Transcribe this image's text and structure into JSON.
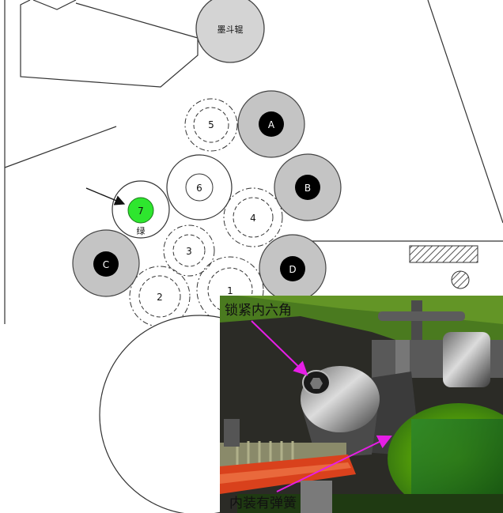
{
  "diagram": {
    "ink_roller_label": "墨斗辊",
    "rollers": {
      "r1": "1",
      "r2": "2",
      "r3": "3",
      "r4": "4",
      "r5": "5",
      "r6": "6",
      "r7": "7",
      "r7_caption": "绿",
      "rA": "A",
      "rB": "B",
      "rC": "C",
      "rD": "D"
    },
    "colors": {
      "gray_roller": "#c4c4c4",
      "black_hub": "#000000",
      "green_hub": "#2ee62e",
      "callout_arrow": "#e61ee6"
    }
  },
  "photo": {
    "callout_top": "锁紧内六角",
    "callout_bottom": "内装有弹簧"
  }
}
